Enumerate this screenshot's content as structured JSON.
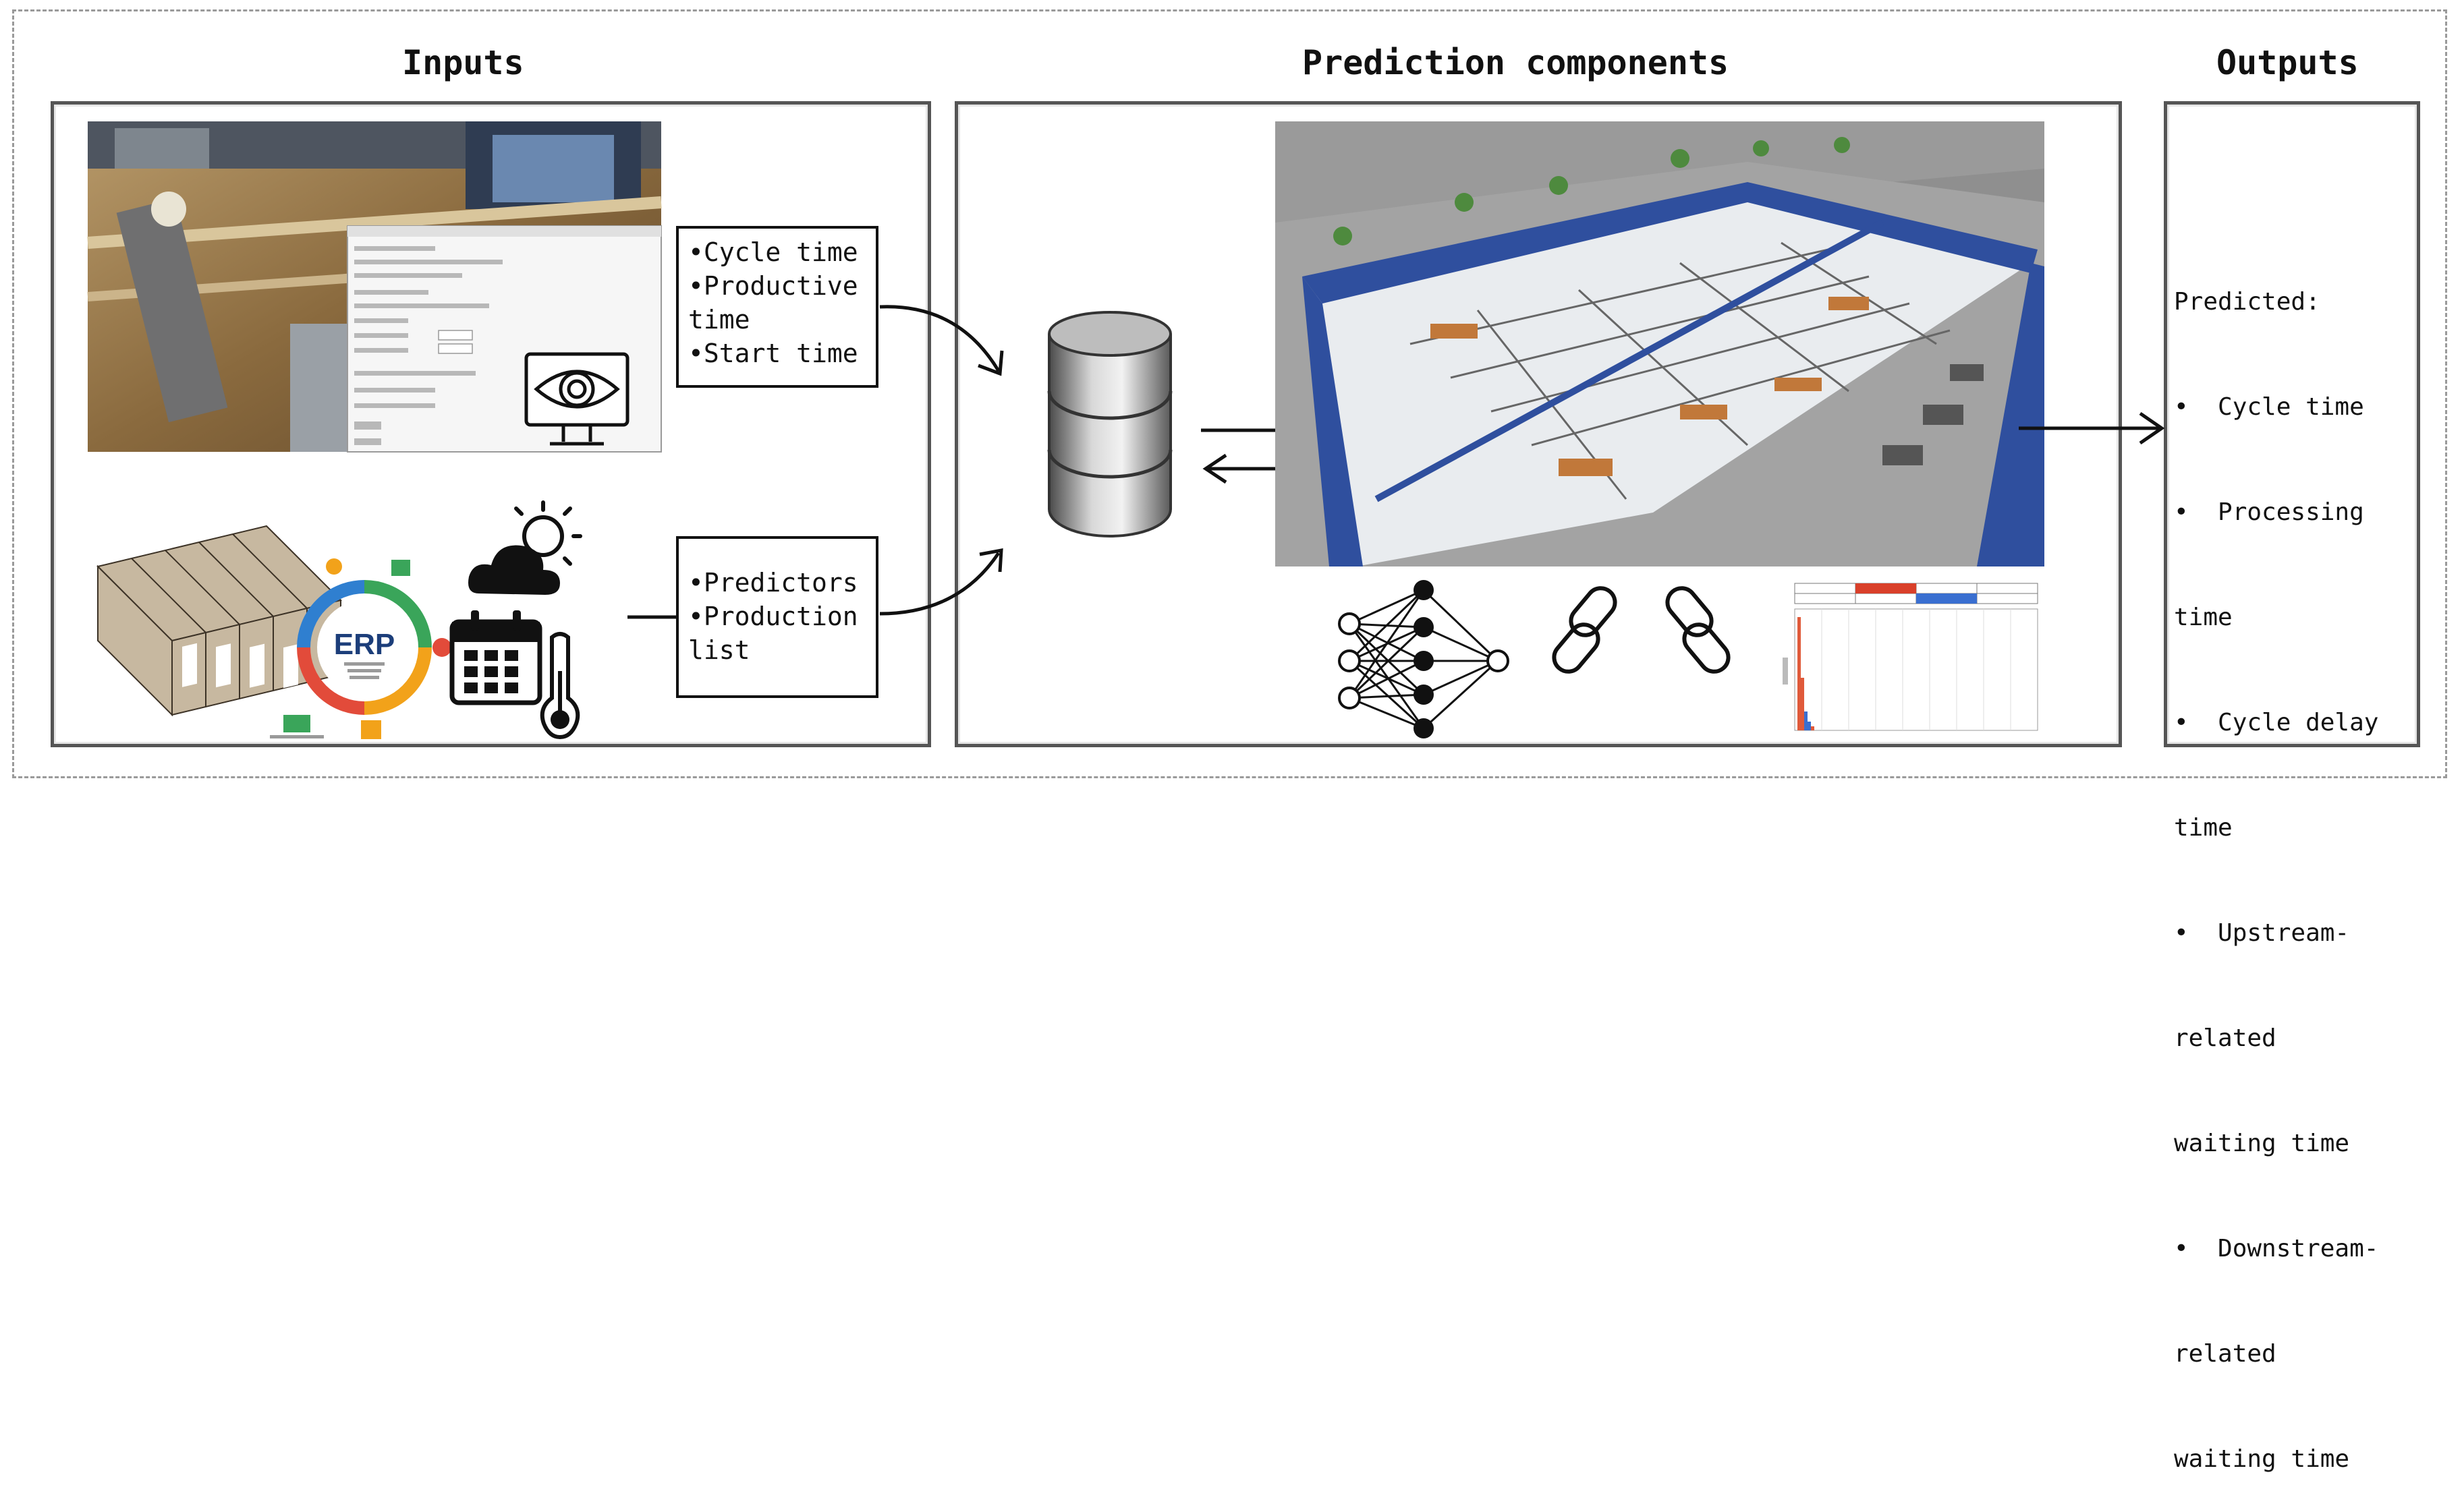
{
  "sections": {
    "inputs": "Inputs",
    "prediction": "Prediction components",
    "outputs": "Outputs"
  },
  "inputs": {
    "box_top": [
      "•Cycle time",
      "•Productive",
      "time",
      "•Start time"
    ],
    "box_bottom": [
      "•Predictors",
      "•Production",
      "list"
    ],
    "erp_label": "ERP"
  },
  "outputs": {
    "title": "Predicted:",
    "items": [
      "•  Cycle time",
      "•  Processing",
      "time",
      "•  Cycle delay",
      "time",
      "•  Upstream-",
      "related",
      "waiting time",
      "•  Downstream-",
      "related",
      "waiting time"
    ]
  },
  "icons": [
    "eye-monitor-icon",
    "weather-icon",
    "calendar-icon",
    "thermometer-icon",
    "database-icon",
    "neural-network-icon",
    "chain-link-icon"
  ],
  "colors": {
    "panel_border": "#555555",
    "factory_wall": "#2f4f9e",
    "histogram_bar": "#e05a3a",
    "histogram_red_cell": "#d9402a",
    "histogram_blue_cell": "#3a6fd0"
  }
}
